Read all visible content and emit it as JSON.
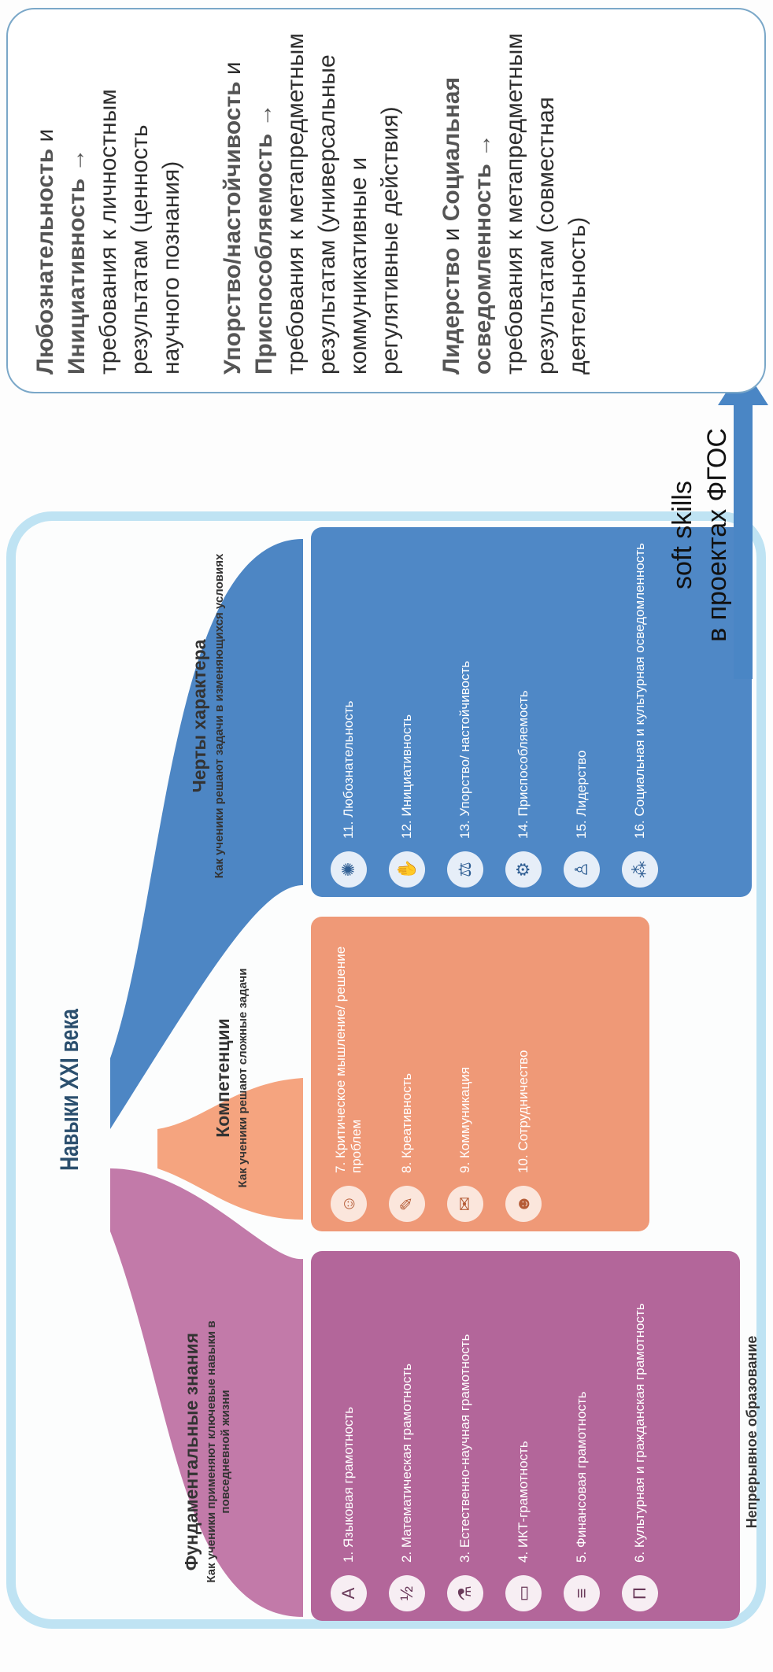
{
  "main_title": "Навыки XXI века",
  "categories": [
    {
      "title": "Фундаментальные знания",
      "subtitle": "Как ученики применяют ключевые навыки в повседневной жизни"
    },
    {
      "title": "Компетенции",
      "subtitle": "Как ученики решают сложные задачи"
    },
    {
      "title": "Черты характера",
      "subtitle": "Как ученики решают задачи в изменяющихся условиях"
    }
  ],
  "fundamental_items": [
    {
      "icon": "abc-icon",
      "text": "1. Языковая грамотность"
    },
    {
      "icon": "numbers-icon",
      "text": "2. Математическая грамотность"
    },
    {
      "icon": "flask-icon",
      "text": "3. Естественно-научная грамотность"
    },
    {
      "icon": "computer-icon",
      "text": "4. ИКТ-грамотность"
    },
    {
      "icon": "coins-icon",
      "text": "5. Финансовая грамотность"
    },
    {
      "icon": "column-icon",
      "text": "6. Культурная и гражданская грамотность"
    }
  ],
  "competence_items": [
    {
      "icon": "head-icon",
      "text": "7. Критическое мышление/ решение проблем"
    },
    {
      "icon": "pencils-icon",
      "text": "8. Креативность"
    },
    {
      "icon": "speech-icon",
      "text": "9. Коммуникация"
    },
    {
      "icon": "people-icon",
      "text": "10. Сотрудничество"
    }
  ],
  "character_items": [
    {
      "icon": "lightbulb-icon",
      "text": "11. Любознательность"
    },
    {
      "icon": "hand-icon",
      "text": "12. Инициативность"
    },
    {
      "icon": "weight-icon",
      "text": "13. Упорство/ настойчивость"
    },
    {
      "icon": "gears-icon",
      "text": "14. Приспособляемость"
    },
    {
      "icon": "hierarchy-icon",
      "text": "15. Лидерство"
    },
    {
      "icon": "group-icon",
      "text": "16. Социальная и культурная осведомленность"
    }
  ],
  "lifelong": "Непрерывное образование",
  "arrow": {
    "line1": "soft skills",
    "line2": "в проектах ФГОС"
  },
  "fgos": [
    {
      "bold1": "Любознательность",
      "mid": " и ",
      "bold2": "Инициативность →",
      "rest": " требования к личностным результатам (ценность научного познания)"
    },
    {
      "bold1": "Упорство/настойчивость",
      "mid": " и ",
      "bold2": "Приспособляемость →",
      "rest": " требования к метапредметным результатам (универсальные коммуникативные и регулятивные действия)"
    },
    {
      "bold1": "Лидерство",
      "mid": " и ",
      "bold2": "Социальная осведомленность →",
      "rest": " требования к метапредметным результатам (совместная деятельность)"
    }
  ],
  "colors": {
    "fundamental": "#b3669a",
    "competence": "#ef9977",
    "character": "#4f88c6",
    "frame": "#bfe3f3",
    "arrow": "#4a86c5"
  }
}
